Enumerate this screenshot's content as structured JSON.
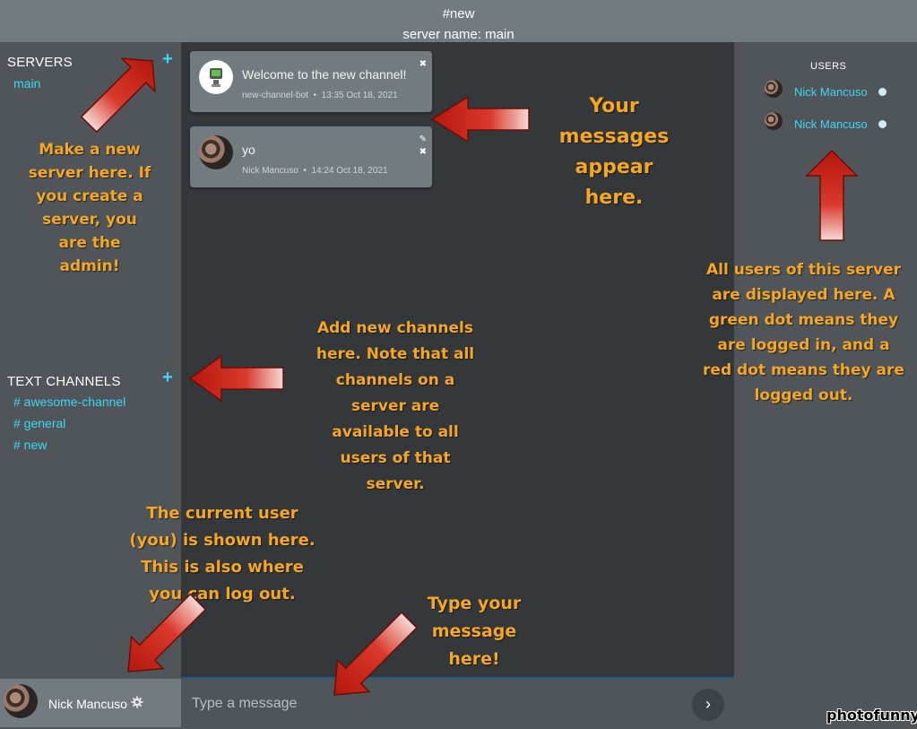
{
  "header": {
    "channel_title": "#new",
    "server_label": "server name: main"
  },
  "sidebar": {
    "servers_title": "SERVERS",
    "servers": [
      {
        "label": "main"
      }
    ],
    "channels_title": "TEXT CHANNELS",
    "channels": [
      {
        "label": "# awesome-channel"
      },
      {
        "label": "# general"
      },
      {
        "label": "# new"
      }
    ]
  },
  "current_user": {
    "name": "Nick Mancuso"
  },
  "messages": [
    {
      "text": "Welcome to the new channel!",
      "author": "new-channel-bot",
      "time": "13:35 Oct 18, 2021"
    },
    {
      "text": "yo",
      "author": "Nick Mancuso",
      "time": "14:24 Oct 18, 2021"
    }
  ],
  "meta_separator": "•",
  "composer": {
    "placeholder": "Type a message",
    "send_glyph": "›"
  },
  "users": {
    "title": "USERS",
    "list": [
      {
        "name": "Nick Mancuso",
        "status_color": "#cfeaf2"
      },
      {
        "name": "Nick Mancuso",
        "status_color": "#cfeaf2"
      }
    ]
  },
  "annotations": {
    "servers": "Make a new server here. If you create a server, you are the admin!",
    "messages": "Your messages appear here.",
    "users": "All users of this server are displayed here. A green dot means they are logged in, and a red dot means they are logged out.",
    "channels": "Add new channels here. Note that all channels on a server are available to all users of that server.",
    "current_user": "The current user (you) is shown here. This is also where you can log out.",
    "compose": "Type your message here!"
  },
  "watermark": "photofunny",
  "colors": {
    "accent": "#3ed6f5",
    "annotation": "#f5a623",
    "arrow": "#c9241a"
  }
}
